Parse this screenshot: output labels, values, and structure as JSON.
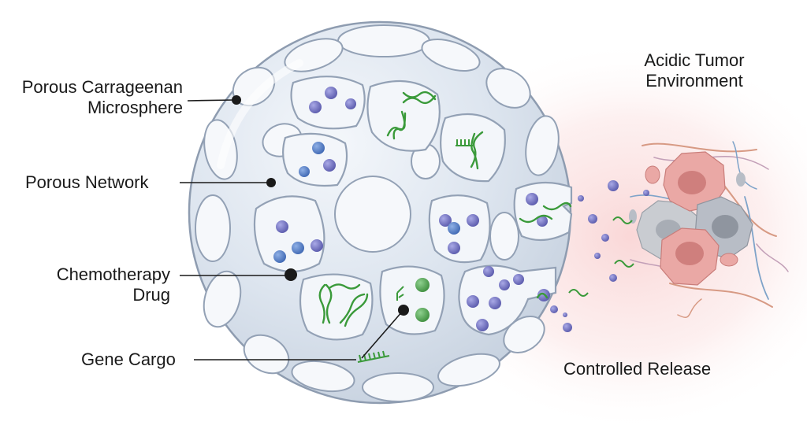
{
  "labels": {
    "microsphere_line1": "Porous Carrageenan",
    "microsphere_line2": "Microsphere",
    "porous_network": "Porous Network",
    "chemo_line1": "Chemotherapy",
    "chemo_line2": "Drug",
    "gene_cargo": "Gene Cargo",
    "tumor_line1": "Acidic Tumor",
    "tumor_line2": "Environment",
    "controlled_release": "Controlled Release"
  },
  "colors": {
    "sphere_fill": "#dfe6ef",
    "sphere_edge": "#8e9cb0",
    "pore_fill": "#f6f8fb",
    "drug": "#6f6fc0",
    "drug_blue": "#4f79c4",
    "gene": "#3a9a3a",
    "gene_ball": "#5aa85a",
    "tumor_pink": "#e8a3a0",
    "tumor_gray": "#b9bec6",
    "glow": "#fbdede"
  }
}
